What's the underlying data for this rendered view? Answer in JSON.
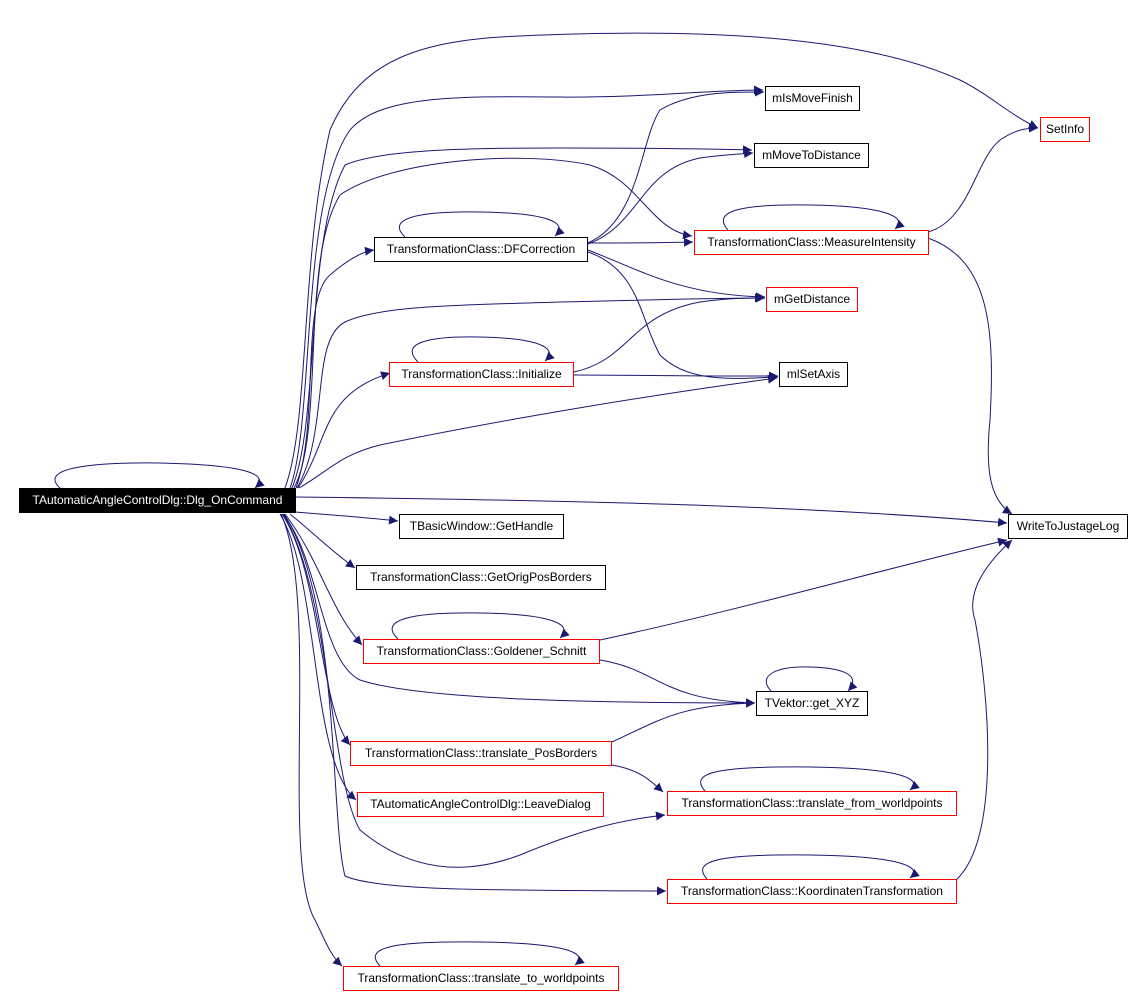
{
  "root": "TAutomaticAngleControlDlg::Dlg_OnCommand",
  "nodes": {
    "root": "TAutomaticAngleControlDlg::Dlg_OnCommand",
    "mIsMoveFinish": "mIsMoveFinish",
    "mMoveToDistance": "mMoveToDistance",
    "SetInfo": "SetInfo",
    "DFCorrection": "TransformationClass::DFCorrection",
    "MeasureIntensity": "TransformationClass::MeasureIntensity",
    "mGetDistance": "mGetDistance",
    "Initialize": "TransformationClass::Initialize",
    "mlSetAxis": "mlSetAxis",
    "WriteToJustageLog": "WriteToJustageLog",
    "GetHandle": "TBasicWindow::GetHandle",
    "GetOrigPosBorders": "TransformationClass::GetOrigPosBorders",
    "Goldener_Schnitt": "TransformationClass::Goldener_Schnitt",
    "get_XYZ": "TVektor::get_XYZ",
    "translate_PosBorders": "TransformationClass::translate_PosBorders",
    "LeaveDialog": "TAutomaticAngleControlDlg::LeaveDialog",
    "translate_from_worldpoints": "TransformationClass::translate_from_worldpoints",
    "KoordinatenTransformation": "TransformationClass::KoordinatenTransformation",
    "translate_to_worldpoints": "TransformationClass::translate_to_worldpoints"
  },
  "colors": {
    "edge": "#191970",
    "external_border": "#ff0000",
    "internal_border": "#000000",
    "root_fill": "#000000",
    "root_text": "#ffffff"
  }
}
